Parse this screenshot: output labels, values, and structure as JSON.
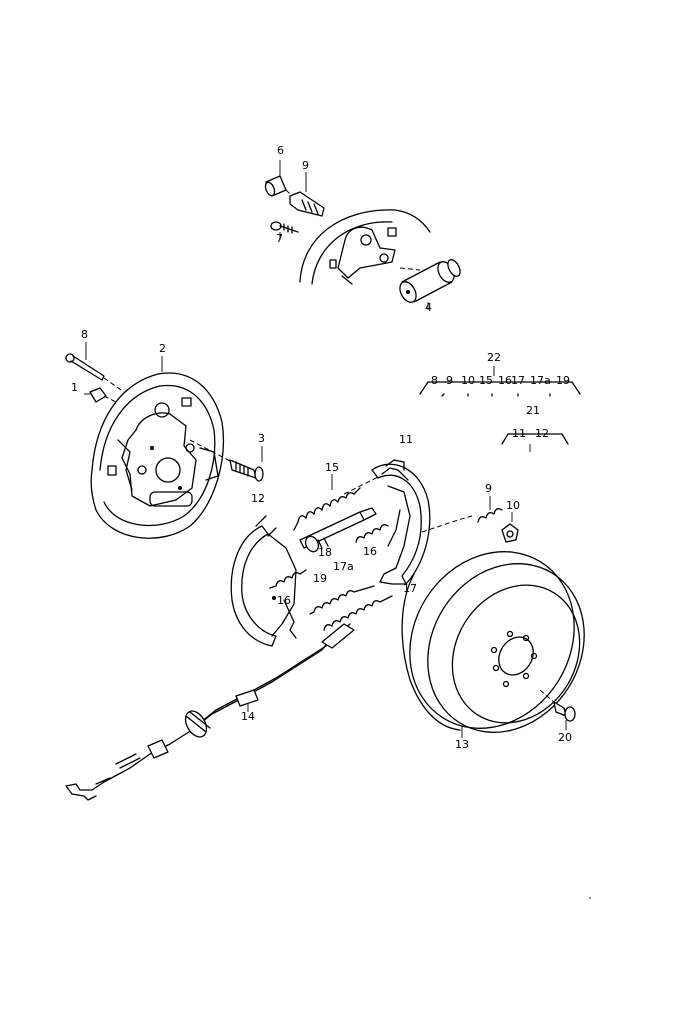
{
  "labels": {
    "p6": "6",
    "p9_top": "9",
    "p7": "7",
    "p4": "4",
    "p8": "8",
    "p2": "2",
    "p1": "1",
    "p3": "3",
    "p11": "11",
    "p15": "15",
    "p12": "12",
    "p18": "18",
    "p16_top": "16",
    "p17a": "17a",
    "p19": "19",
    "p16_low": "16",
    "p17": "17",
    "p14": "14",
    "p9_right": "9",
    "p10": "10",
    "p13": "13",
    "p20": "20",
    "p22": "22",
    "p21": "21"
  },
  "kits": {
    "kit22": [
      "8",
      "9",
      "10",
      "15",
      "16",
      "17",
      "17a",
      "19"
    ],
    "kit21": [
      "11",
      "12"
    ]
  },
  "colors": {
    "line": "#000000",
    "background": "#ffffff"
  }
}
